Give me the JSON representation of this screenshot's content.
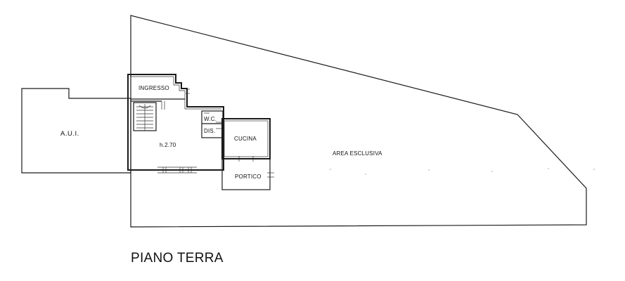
{
  "plan": {
    "rooms": {
      "aui": "A.U.I.",
      "ingresso": "INGRESSO",
      "wc": "W.C.",
      "dis": "DIS.",
      "soggiorno_height": "h.2.70",
      "cucina": "CUCINA",
      "portico": "PORTICO",
      "area_esclusiva": "AREA ESCLUSIVA"
    },
    "floor_title": "PIANO TERRA"
  }
}
